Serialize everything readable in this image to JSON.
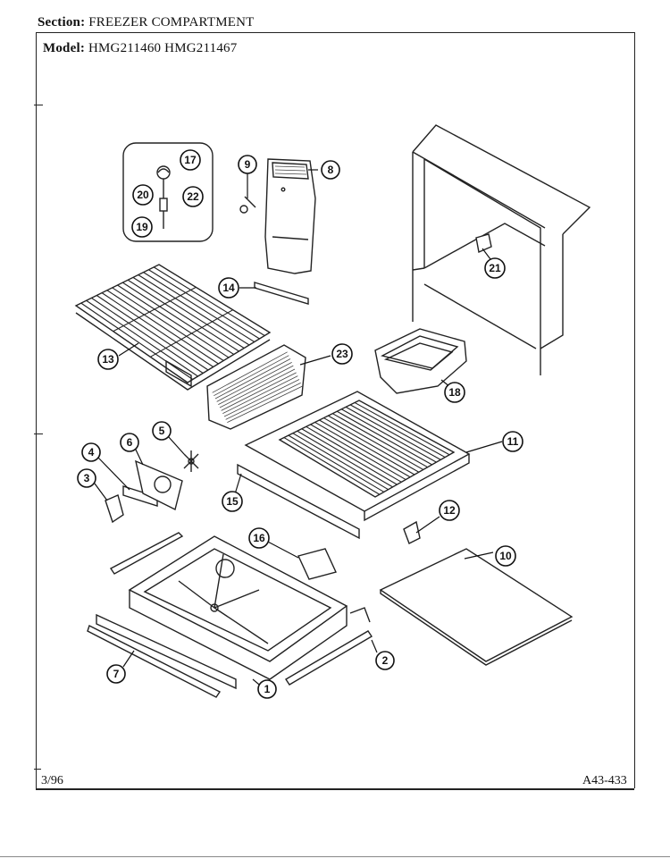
{
  "header": {
    "section_label": "Section:",
    "section_value": "FREEZER COMPARTMENT",
    "model_label": "Model:",
    "model_value": "HMG211460  HMG211467"
  },
  "footer": {
    "date": "3/96",
    "page_code": "A43-433"
  },
  "callouts": [
    {
      "id": "c1",
      "label": "1"
    },
    {
      "id": "c2",
      "label": "2"
    },
    {
      "id": "c3",
      "label": "3"
    },
    {
      "id": "c4",
      "label": "4"
    },
    {
      "id": "c5",
      "label": "5"
    },
    {
      "id": "c6",
      "label": "6"
    },
    {
      "id": "c7",
      "label": "7"
    },
    {
      "id": "c8",
      "label": "8"
    },
    {
      "id": "c9",
      "label": "9"
    },
    {
      "id": "c10",
      "label": "10"
    },
    {
      "id": "c11",
      "label": "11"
    },
    {
      "id": "c12",
      "label": "12"
    },
    {
      "id": "c13",
      "label": "13"
    },
    {
      "id": "c14",
      "label": "14"
    },
    {
      "id": "c15",
      "label": "15"
    },
    {
      "id": "c16",
      "label": "16"
    },
    {
      "id": "c17",
      "label": "17"
    },
    {
      "id": "c18",
      "label": "18"
    },
    {
      "id": "c19",
      "label": "19"
    },
    {
      "id": "c20",
      "label": "20"
    },
    {
      "id": "c21",
      "label": "21"
    },
    {
      "id": "c22",
      "label": "22"
    },
    {
      "id": "c23",
      "label": "23"
    }
  ]
}
